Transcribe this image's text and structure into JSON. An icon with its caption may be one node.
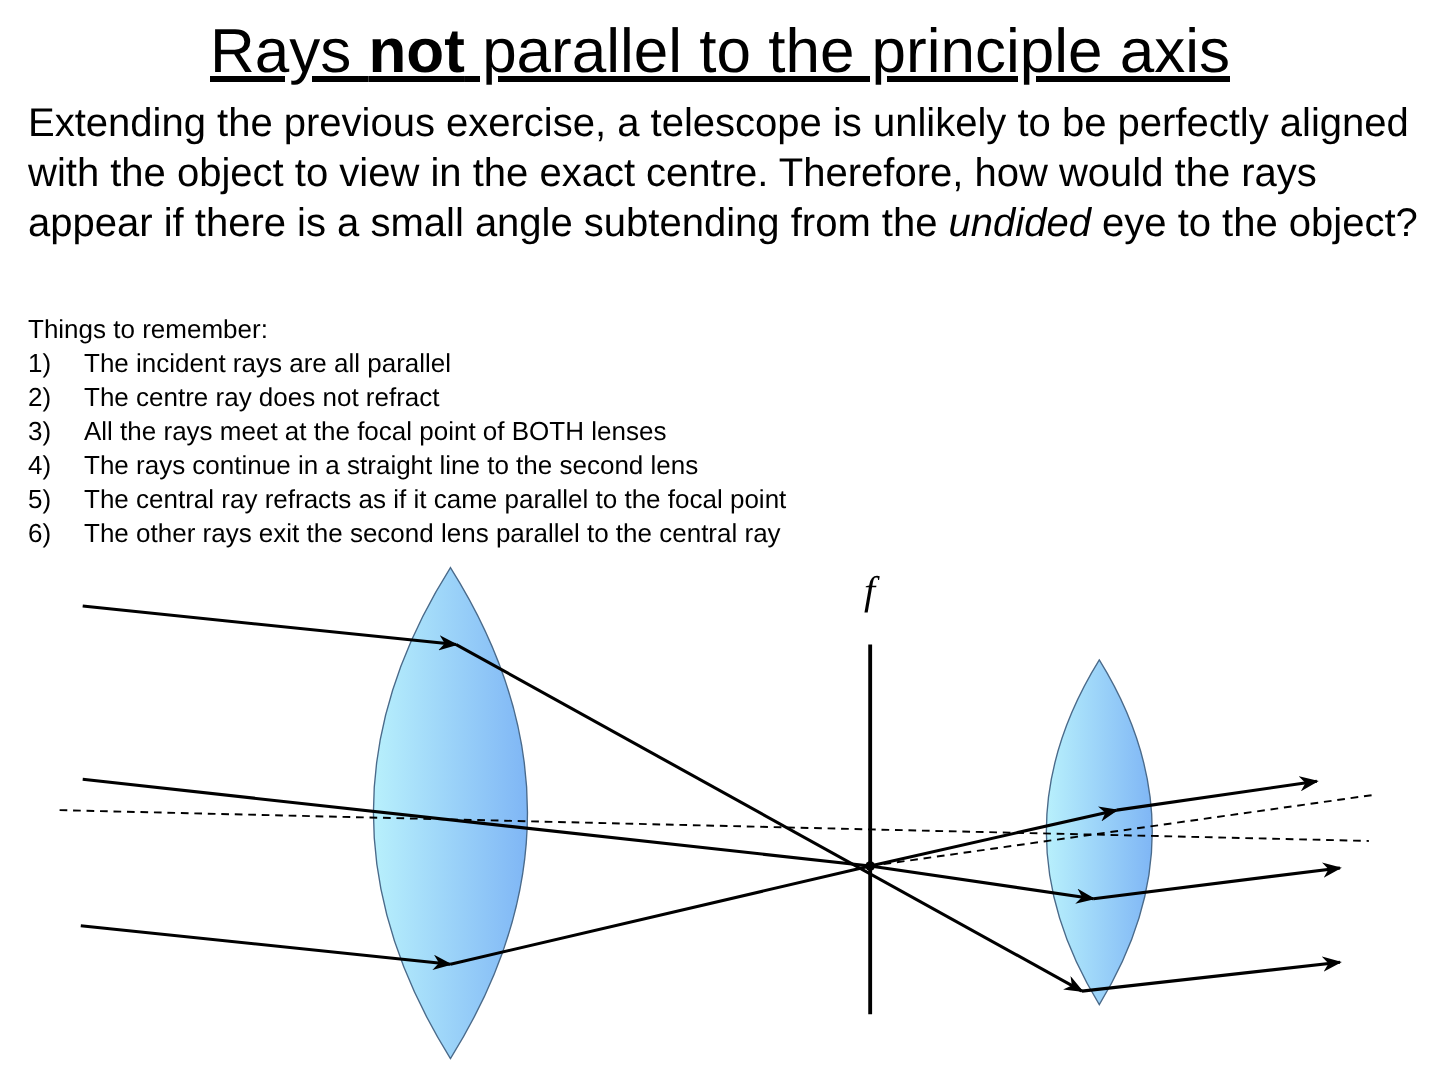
{
  "diagram": {
    "title": "Rays **not** parallel to the principle axis",
    "labels": [
      "Extending the previous exercise, a telescope is unlikely to be perfectly aligned with the object to view in the exact centre. Therefore, how would the rays appear if there is a small angle subtending from the *undided* eye to the object?",
      "Things to remember:",
      "1)",
      "The incident rays are all parallel",
      "2)",
      "The centre ray does not refract",
      "3)",
      "All the rays meet at the focal point of BOTH lenses",
      "4)",
      "The rays continue in a straight line to the second lens",
      "5)",
      "The central ray refracts as if it came parallel to the focal point",
      "6)",
      "The other rays exit the second lens parallel to the central ray",
      "f"
    ]
  }
}
